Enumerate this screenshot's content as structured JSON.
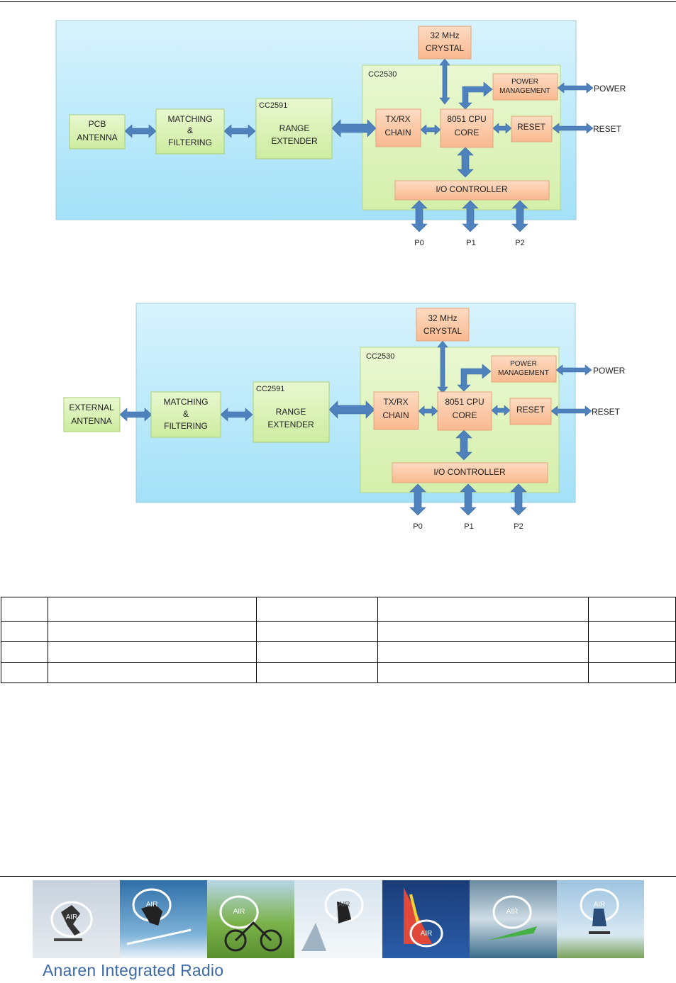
{
  "diagram1": {
    "antenna_line1": "PCB",
    "antenna_line2": "ANTENNA",
    "matching_line1": "MATCHING",
    "matching_line2": "&",
    "matching_line3": "FILTERING",
    "cc2591_label": "CC2591",
    "range_line1": "RANGE",
    "range_line2": "EXTENDER",
    "crystal_line1": "32 MHz",
    "crystal_line2": "CRYSTAL",
    "cc2530_label": "CC2530",
    "txrx_line1": "TX/RX",
    "txrx_line2": "CHAIN",
    "cpu_line1": "8051 CPU",
    "cpu_line2": "CORE",
    "power_mgmt_line1": "POWER",
    "power_mgmt_line2": "MANAGEMENT",
    "reset_box": "RESET",
    "io_controller": "I/O CONTROLLER",
    "power_ext": "POWER",
    "reset_ext": "RESET",
    "port0": "P0",
    "port1": "P1",
    "port2": "P2"
  },
  "diagram2": {
    "antenna_line1": "EXTERNAL",
    "antenna_line2": "ANTENNA",
    "matching_line1": "MATCHING",
    "matching_line2": "&",
    "matching_line3": "FILTERING",
    "cc2591_label": "CC2591",
    "range_line1": "RANGE",
    "range_line2": "EXTENDER",
    "crystal_line1": "32 MHz",
    "crystal_line2": "CRYSTAL",
    "cc2530_label": "CC2530",
    "txrx_line1": "TX/RX",
    "txrx_line2": "CHAIN",
    "cpu_line1": "8051 CPU",
    "cpu_line2": "CORE",
    "power_mgmt_line1": "POWER",
    "power_mgmt_line2": "MANAGEMENT",
    "reset_box": "RESET",
    "io_controller": "I/O CONTROLLER",
    "power_ext": "POWER",
    "reset_ext": "RESET",
    "port0": "P0",
    "port1": "P1",
    "port2": "P2"
  },
  "footer": {
    "brand": "Anaren Integrated Radio",
    "logo_text": "AIR"
  },
  "colors": {
    "panel_top": "#cdeffd",
    "panel_bottom": "#9fe0f8",
    "green_box": "#d9f2b0",
    "orange_box": "#fbc9a6",
    "arrow_fill": "#4f81bd",
    "brand_text": "#3b6aa6"
  }
}
